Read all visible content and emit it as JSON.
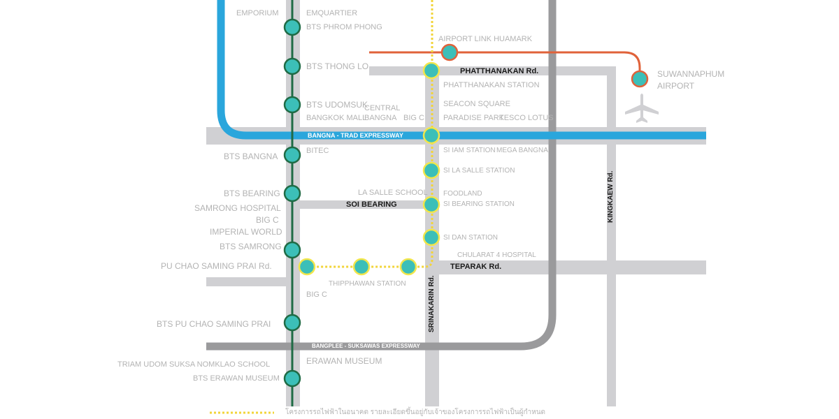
{
  "colors": {
    "road": "#d0d0d3",
    "road_dark": "#9a9a9c",
    "bts_line": "#1f6b45",
    "station_fill": "#3cbfb8",
    "station_ring_bts": "#1f6b45",
    "station_ring_yellow": "#f2e64b",
    "yellow_line": "#f2d43a",
    "airport_link": "#e0623a",
    "expressway_blue": "#2aa6dc",
    "label": "#b3b3b3",
    "label_dark": "#1a1a1a"
  },
  "roads": {
    "phatthanakan": "PHATTHANAKAN Rd.",
    "bangna_trad": "BANGNA - TRAD EXPRESSWAY",
    "soi_bearing": "SOI BEARING",
    "teparak": "TEPARAK Rd.",
    "pu_chao": "PU CHAO  SAMING PRAI Rd.",
    "srinakarin": "SRINAKARIN Rd.",
    "kingkaew": "KINGKAEW Rd.",
    "bangplee": "BANGPLEE - SUKSAWAS EXPRESSWAY"
  },
  "places": {
    "emporium": "EMPORIUM",
    "emquartier": "EMQUARTIER",
    "bts_phrom_phong": "BTS PHROM PHONG",
    "bts_thong_lo": "BTS THONG LO",
    "bts_udomsuk": "BTS UDOMSUK",
    "bangkok_mall": "BANGKOK MALL",
    "central": "CENTRAL",
    "bangna": "BANGNA",
    "big_c_1": "BIG C",
    "bts_bangna": "BTS BANGNA",
    "bitec": "BITEC",
    "bts_bearing": "BTS BEARING",
    "samrong_hospital": "SAMRONG HOSPITAL",
    "big_c_2": "BIG C",
    "imperial_world": "IMPERIAL WORLD",
    "bts_samrong": "BTS SAMRONG",
    "big_c_3": "BIG C",
    "bts_pu_chao": "BTS PU CHAO  SAMING PRAI",
    "triam_udom": "TRIAM UDOM SUKSA  NOMKLAO SCHOOL",
    "bts_erawan": "BTS ERAWAN MUSEUM",
    "erawan_museum": "ERAWAN MUSEUM",
    "airport_link": "AIRPORT LINK HUAMARK",
    "suvarnabhumi": "SUWANNAPHUM",
    "airport": "AIRPORT",
    "phatthanakan_station": "PHATTHANAKAN STATION",
    "seacon_square": "SEACON SQUARE",
    "paradise_park": "PARADISE PARK",
    "tesco_lotus": "TESCO LOTUS",
    "si_iam_station": "SI IAM STATION",
    "mega_bangna": "MEGA BANGNA",
    "si_la_salle": "SI LA SALLE STATION",
    "la_salle_school": "LA SALLE SCHOOL",
    "foodland": "FOODLAND",
    "si_bearing": "SI BEARING STATION",
    "si_dan": "SI DAN STATION",
    "chularat": "CHULARAT 4  HOSPITAL",
    "thipphawan": "THIPPHAWAN STATION"
  },
  "legend": {
    "text": "โครงการรถไฟฟ้าในอนาคต รายละเอียดขึ้นอยู่กับเจ้าของโครงการรถไฟฟ้าเป็นผู้กำหนด"
  },
  "icons": {
    "airport": "airplane-icon"
  }
}
